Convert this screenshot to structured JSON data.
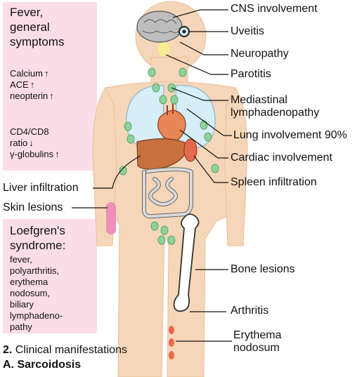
{
  "boxes": {
    "fever": {
      "title": [
        "Fever,",
        "general",
        "symptoms"
      ],
      "labs": [
        "Calcium",
        "ACE",
        "neopterin"
      ],
      "labs2": [
        "CD4/CD8",
        "ratio",
        "γ-globulins"
      ]
    },
    "loefgren": {
      "title": [
        "Loefgren's",
        "syndrome:"
      ],
      "items": [
        "fever,",
        "polyarthritis,",
        "erythema",
        "nodosum,",
        "biliary",
        "lymphadeno-",
        "pathy"
      ]
    }
  },
  "labels": {
    "cns": "CNS involvement",
    "uveitis": "Uveitis",
    "neuropathy": "Neuropathy",
    "parotitis": "Parotitis",
    "mediastinal_1": "Mediastinal",
    "mediastinal_2": "lymphadenopathy",
    "lung": "Lung involvement 90%",
    "cardiac": "Cardiac involvement",
    "spleen": "Spleen infiltration",
    "liver": "Liver infiltration",
    "skin": "Skin lesions",
    "bone": "Bone lesions",
    "arthritis": "Arthritis",
    "erythema_1": "Erythema",
    "erythema_2": "nodosum"
  },
  "caption": {
    "number": "2.",
    "line1": "Clinical manifestations",
    "line2": "A. Sarcoidosis"
  },
  "colors": {
    "box": "#fbdde8",
    "skin": "#f6d6b8",
    "lung": "#d6eef7",
    "node": "#8fd19a",
    "liver": "#c8703e",
    "spleen": "#e36a4a",
    "heart": "#e98657",
    "bone": "#ffffff",
    "skin_lesion": "#ee8fb7",
    "erythema": "#ee6a4a"
  }
}
